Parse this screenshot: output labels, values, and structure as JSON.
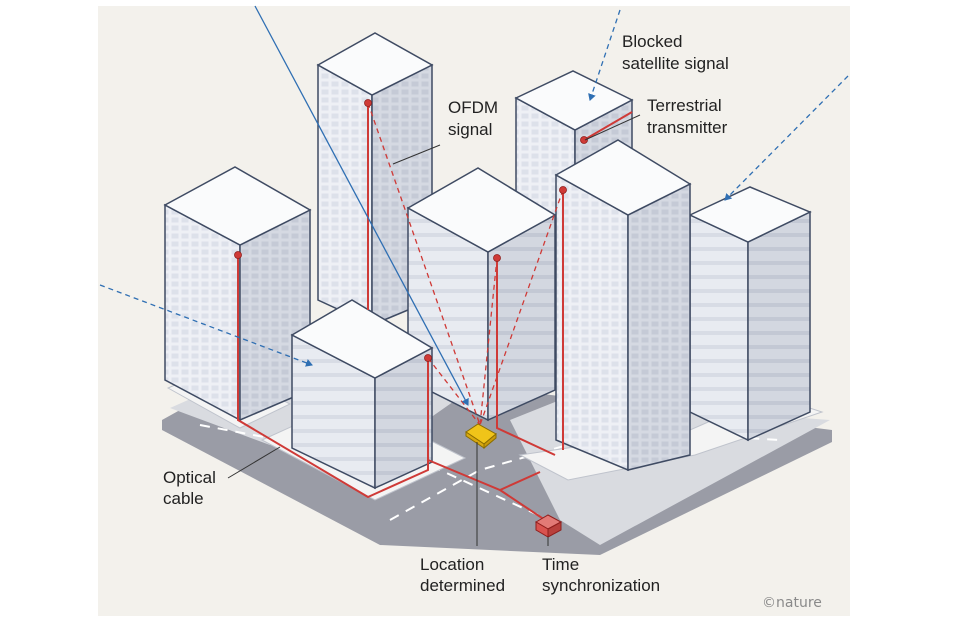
{
  "labels": {
    "blocked": [
      "Blocked",
      "satellite signal"
    ],
    "terrestrial": [
      "Terrestrial",
      "transmitter"
    ],
    "ofdm": [
      "OFDM",
      "signal"
    ],
    "optical": [
      "Optical",
      "cable"
    ],
    "location": [
      "Location",
      "determined"
    ],
    "time": [
      "Time",
      "synchronization"
    ]
  },
  "credit": "©nature",
  "colors": {
    "background": "#f3f1ec",
    "road": "#9a9ca6",
    "building_light": "#eef0f5",
    "building_dark": "#d3d7e0",
    "building_roof": "#fafbfc",
    "outline": "#3f4b63",
    "cable": "#cf3a37",
    "satellite_signal": "#2f6fb3",
    "vehicle": "#f0c419",
    "time_box": "#d9534f"
  },
  "icons": {
    "vehicle": "car-icon",
    "transmitter": "transmitter-pin-icon",
    "clock_box": "time-server-box-icon"
  }
}
